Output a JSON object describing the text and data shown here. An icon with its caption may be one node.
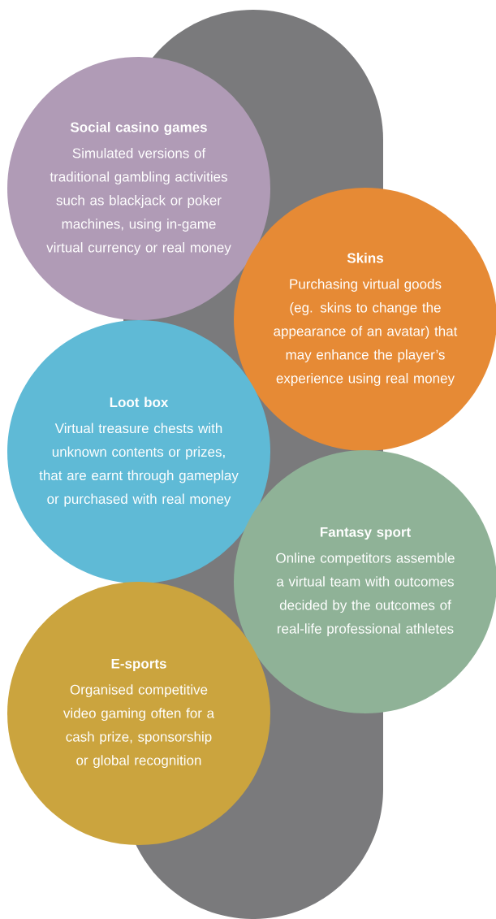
{
  "diagram": {
    "nodes": [
      {
        "text": [
          "Social casino games",
          "Simulated versions of traditional gambling activities such as blackjack or poker machines, using in-game virtual currency or real money"
        ]
      },
      {
        "text": [
          "Skins",
          "Purchasing virtual goods (eg. skins to change the appearance of an avatar) that may enhance the player’s experience using real money"
        ]
      },
      {
        "text": [
          "Loot box",
          "Virtual treasure chests with unknown contents or prizes, that are earnt through gameplay or purchased with real money"
        ]
      },
      {
        "text": [
          "Fantasy sport",
          "Online competitors assemble a virtual team with outcomes decided by the outcomes of real-life professional athletes"
        ]
      },
      {
        "text": [
          "E-sports",
          "Organised competitive video gaming often for a cash prize, sponsorship or global recognition"
        ]
      }
    ]
  }
}
